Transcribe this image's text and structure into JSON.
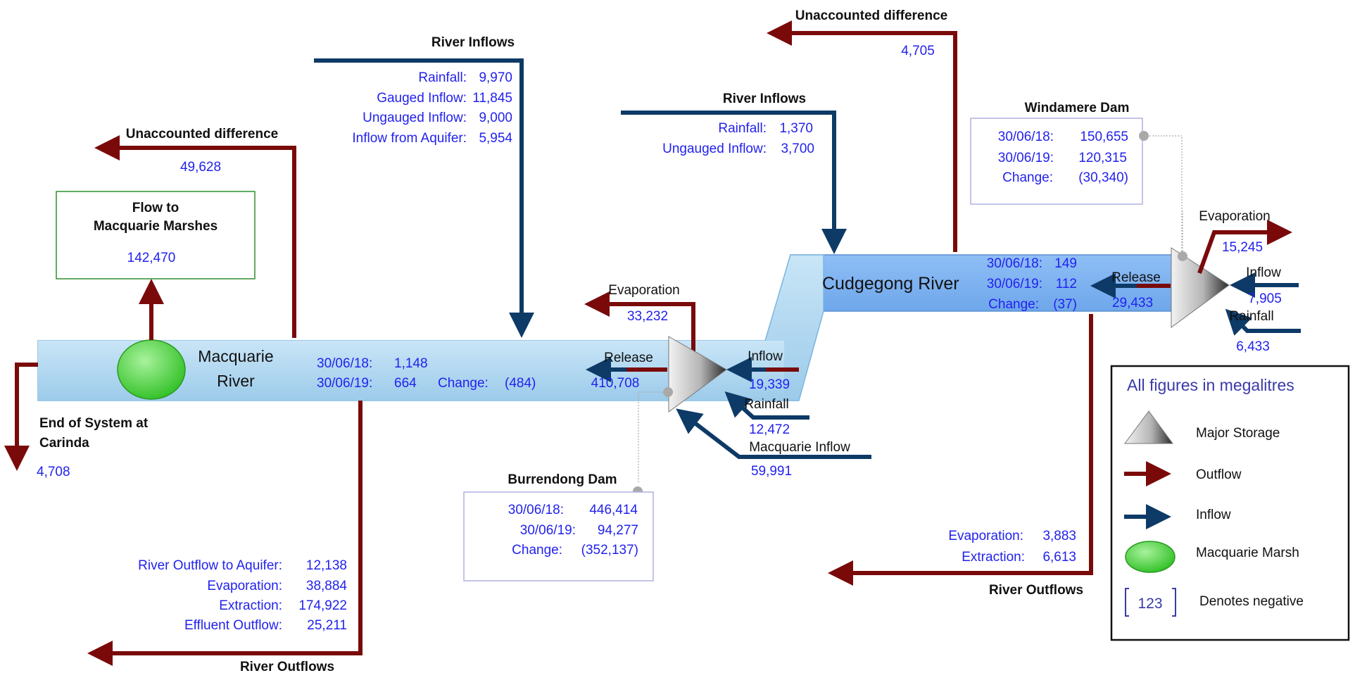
{
  "macquarie": {
    "name_line1": "Macquarie",
    "name_line2": "River",
    "storage": [
      {
        "label": "30/06/18:",
        "value": "1,148"
      },
      {
        "label": "30/06/19:",
        "value": "664"
      }
    ],
    "change": {
      "label": "Change:",
      "value": "(484)"
    },
    "inflows": {
      "title": "River Inflows",
      "items": [
        {
          "label": "Rainfall:",
          "value": "9,970"
        },
        {
          "label": "Gauged Inflow:",
          "value": "11,845"
        },
        {
          "label": "Ungauged Inflow:",
          "value": "9,000"
        },
        {
          "label": "Inflow from Aquifer:",
          "value": "5,954"
        }
      ]
    },
    "outflows": {
      "title": "River Outflows",
      "items": [
        {
          "label": "River Outflow to Aquifer:",
          "value": "12,138"
        },
        {
          "label": "Evaporation:",
          "value": "38,884"
        },
        {
          "label": "Extraction:",
          "value": "174,922"
        },
        {
          "label": "Effluent Outflow:",
          "value": "25,211"
        }
      ]
    },
    "unaccounted": {
      "title": "Unaccounted difference",
      "value": "49,628"
    },
    "marshes": {
      "title_line1": "Flow to",
      "title_line2": "Macquarie Marshes",
      "value": "142,470"
    },
    "end_of_system": {
      "line1": "End of System  at",
      "line2": "Carinda",
      "value": "4,708"
    }
  },
  "burrendong": {
    "title": "Burrendong Dam",
    "items": [
      {
        "label": "30/06/18:",
        "value": "446,414"
      },
      {
        "label": "30/06/19:",
        "value": "94,277"
      },
      {
        "label": "Change:",
        "value": "(352,137)"
      }
    ],
    "evaporation": {
      "label": "Evaporation",
      "value": "33,232"
    },
    "release": {
      "label": "Release",
      "value": "410,708"
    },
    "inflow": {
      "label": "Inflow",
      "value": "19,339"
    },
    "rainfall": {
      "label": "Rainfall",
      "value": "12,472"
    },
    "macquarie_inflow": {
      "label": "Macquarie Inflow",
      "value": "59,991"
    }
  },
  "cudgegong": {
    "name": "Cudgegong  River",
    "storage": [
      {
        "label": "30/06/18:",
        "value": "149"
      },
      {
        "label": "30/06/19:",
        "value": "112"
      },
      {
        "label": "Change:",
        "value": "(37)"
      }
    ],
    "inflows": {
      "title": "River Inflows",
      "items": [
        {
          "label": "Rainfall:",
          "value": "1,370"
        },
        {
          "label": "Ungauged Inflow:",
          "value": "3,700"
        }
      ]
    },
    "outflows": {
      "title": "River Outflows",
      "items": [
        {
          "label": "Evaporation:",
          "value": "3,883"
        },
        {
          "label": "Extraction:",
          "value": "6,613"
        }
      ]
    },
    "unaccounted": {
      "title": "Unaccounted difference",
      "value": "4,705"
    }
  },
  "windamere": {
    "title": "Windamere Dam",
    "items": [
      {
        "label": "30/06/18:",
        "value": "150,655"
      },
      {
        "label": "30/06/19:",
        "value": "120,315"
      },
      {
        "label": "Change:",
        "value": "(30,340)"
      }
    ],
    "evaporation": {
      "label": "Evaporation",
      "value": "15,245"
    },
    "release": {
      "label": "Release",
      "value": "29,433"
    },
    "inflow": {
      "label": "Inflow",
      "value": "7,905"
    },
    "rainfall": {
      "label": "Rainfall",
      "value": "6,433"
    }
  },
  "legend": {
    "title": "All figures in megalitres",
    "storage": "Major Storage",
    "outflow": "Outflow",
    "inflow": "Inflow",
    "marsh": "Macquarie Marsh",
    "negative_sample": "123",
    "negative": "Denotes negative"
  },
  "colors": {
    "outflow": "#7a0a0a",
    "inflow": "#0d3a66",
    "value_text": "#2222ee",
    "river_fill": "#a9d4ef",
    "cudgegong_fill": "#6ba7ee",
    "marsh_green": "#44cc33"
  }
}
